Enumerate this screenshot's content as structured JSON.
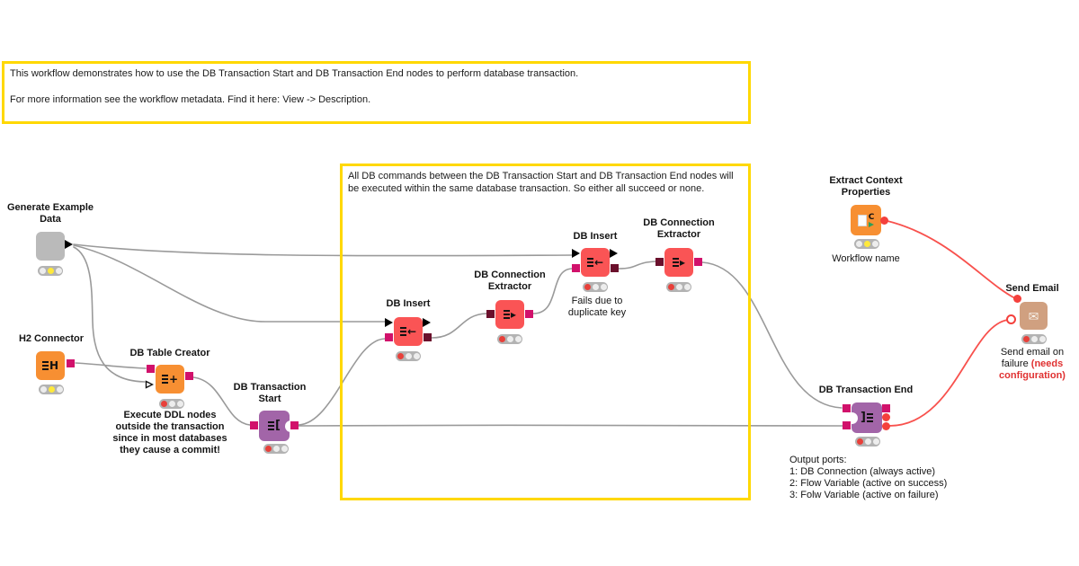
{
  "annotations": {
    "intro": {
      "line1": "This workflow demonstrates how to use the DB Transaction Start and DB Transaction End nodes to perform database transaction.",
      "line2": "For more information see the workflow metadata. Find it here: View -> Description.",
      "border_color": "#ffd800"
    },
    "transaction_scope": {
      "text": "All DB commands between the DB Transaction Start and DB Transaction End nodes will be executed within the same database transaction. So either all succeed or none.",
      "border_color": "#ffd800"
    }
  },
  "colors": {
    "node_orange": "#f78f32",
    "node_red": "#fa5455",
    "node_purple": "#a265a8",
    "node_gray": "#bababa",
    "node_tan": "#d0a080",
    "port_db_session": "#d1116b",
    "port_db_data": "#6b102c",
    "port_flow_variable": "#f4403c",
    "wire_gray": "#9a9a9a",
    "wire_red": "#f8514d",
    "status_red": "#e8403a",
    "status_yellow": "#ffe93b",
    "annotation_border": "#ffd800"
  },
  "nodes": [
    {
      "id": "generate-example-data",
      "label": "Generate Example Data",
      "status": "yellow"
    },
    {
      "id": "h2-connector",
      "label": "H2 Connector",
      "icon": "H",
      "status": "yellow"
    },
    {
      "id": "db-table-creator",
      "label": "DB Table Creator",
      "icon": "+",
      "status": "red",
      "caption": "Execute DDL nodes outside the transaction since in most databases they cause a commit!"
    },
    {
      "id": "db-transaction-start",
      "label": "DB Transaction Start",
      "icon": "[",
      "status": "red"
    },
    {
      "id": "db-insert-1",
      "label": "DB Insert",
      "icon": "←",
      "status": "red"
    },
    {
      "id": "db-connection-extractor-1",
      "label": "DB Connection Extractor",
      "icon": "▸",
      "status": "red"
    },
    {
      "id": "db-insert-2",
      "label": "DB Insert",
      "icon": "←",
      "status": "red",
      "caption": "Fails due to duplicate key"
    },
    {
      "id": "db-connection-extractor-2",
      "label": "DB Connection Extractor",
      "icon": "▸",
      "status": "red"
    },
    {
      "id": "extract-context-properties",
      "label": "Extract Context Properties",
      "icon": "C",
      "status": "yellow",
      "caption": "Workflow name"
    },
    {
      "id": "db-transaction-end",
      "label": "DB Transaction End",
      "icon": "]",
      "status": "red",
      "caption_lines": [
        "Output ports:",
        "1: DB Connection (always active)",
        "2: Flow Variable (active on success)",
        "3: Folw Variable (active on failure)"
      ]
    },
    {
      "id": "send-email",
      "label": "Send Email",
      "status": "red",
      "caption_prefix": "Send email on failure ",
      "caption_highlight": "(needs configuration)"
    }
  ],
  "edges": [
    {
      "from": "generate-example-data",
      "to": "db-insert-2",
      "type": "data"
    },
    {
      "from": "generate-example-data",
      "to": "db-insert-1",
      "type": "data"
    },
    {
      "from": "generate-example-data",
      "to": "db-table-creator",
      "type": "data-optional"
    },
    {
      "from": "h2-connector",
      "to": "db-table-creator",
      "type": "db-session"
    },
    {
      "from": "db-table-creator",
      "to": "db-transaction-start",
      "type": "db-session"
    },
    {
      "from": "db-transaction-start",
      "to": "db-insert-1",
      "type": "db-session"
    },
    {
      "from": "db-transaction-start",
      "to": "db-transaction-end",
      "type": "db-session"
    },
    {
      "from": "db-insert-1",
      "to": "db-connection-extractor-1",
      "type": "db-data"
    },
    {
      "from": "db-connection-extractor-1",
      "to": "db-insert-2",
      "type": "db-session"
    },
    {
      "from": "db-insert-2",
      "to": "db-connection-extractor-2",
      "type": "db-data"
    },
    {
      "from": "db-connection-extractor-2",
      "to": "db-transaction-end",
      "type": "db-session"
    },
    {
      "from": "extract-context-properties",
      "to": "send-email",
      "type": "flow-variable"
    },
    {
      "from": "db-transaction-end",
      "to": "send-email",
      "type": "flow-variable-on-failure"
    }
  ]
}
